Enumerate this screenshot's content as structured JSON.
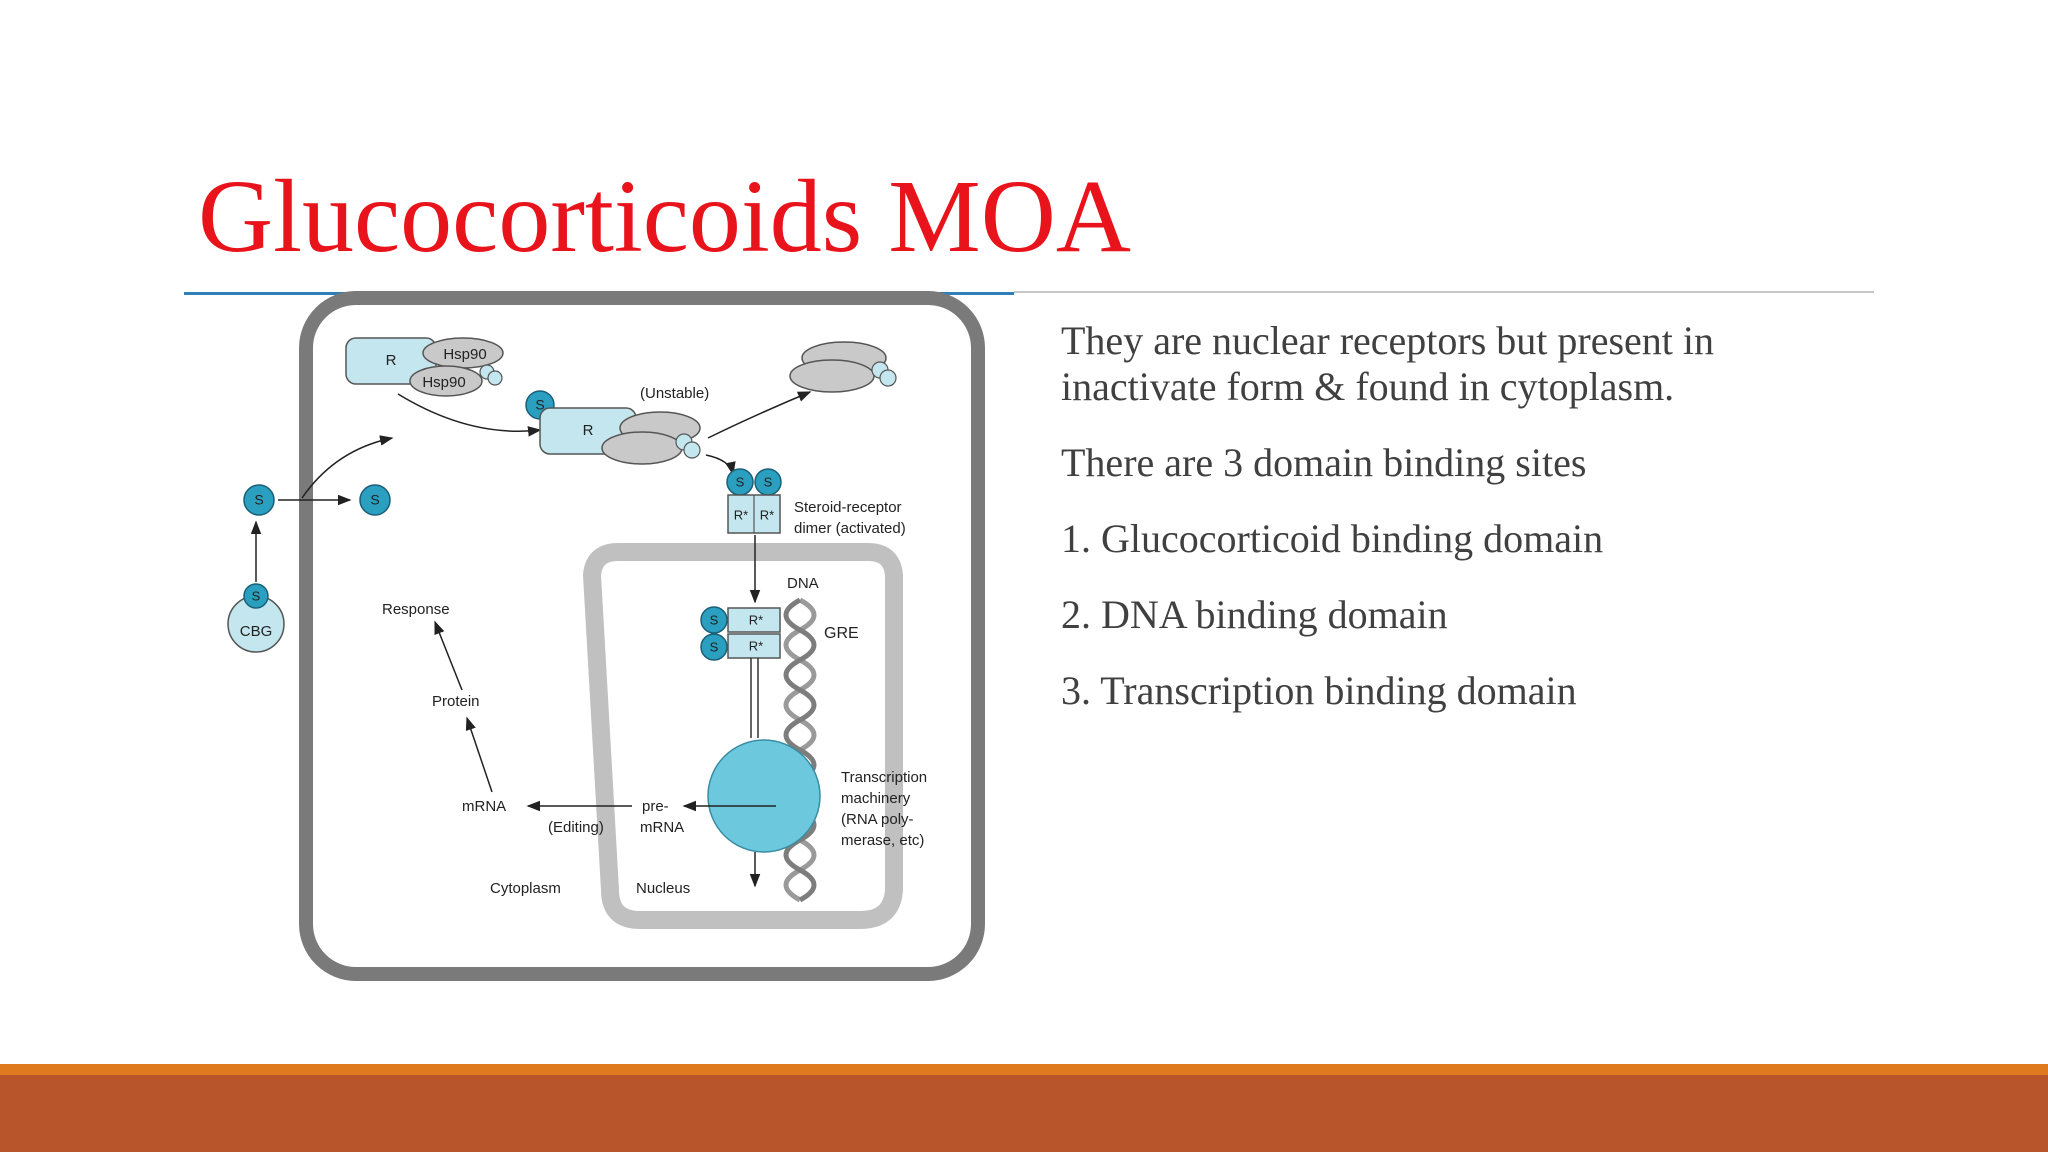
{
  "slide": {
    "title": "Glucocorticoids MOA",
    "paragraphs": [
      "They are nuclear receptors but present in inactivate form & found in cytoplasm.",
      "There are 3 domain binding sites",
      "1. Glucocorticoid binding domain",
      "2. DNA binding domain",
      "3. Transcription binding domain"
    ]
  },
  "diagram": {
    "r": "R",
    "hsp90": "Hsp90",
    "unstable": "(Unstable)",
    "s": "S",
    "cbg": "CBG",
    "r_star": "R*",
    "dimer_line1": "Steroid-receptor",
    "dimer_line2": "dimer (activated)",
    "dna": "DNA",
    "gre": "GRE",
    "response": "Response",
    "protein": "Protein",
    "mrna": "mRNA",
    "editing": "(Editing)",
    "pre": "pre-",
    "pre_mrna": "mRNA",
    "tm1": "Transcription",
    "tm2": "machinery",
    "tm3": "(RNA poly-",
    "tm4": "merase, etc)",
    "cytoplasm": "Cytoplasm",
    "nucleus": "Nucleus"
  },
  "colors": {
    "title": "#e8131b",
    "body_text": "#404040",
    "accent_blue": "#2e7fb8",
    "footer_orange": "#e07a1f",
    "footer_rust": "#b9552a",
    "steroid": "#2a9fc0",
    "receptor": "#c4e6ee"
  }
}
